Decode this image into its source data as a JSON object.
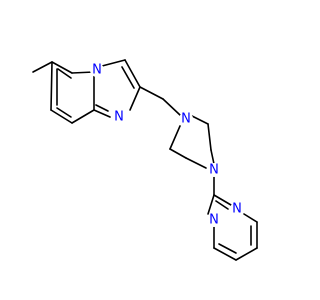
{
  "colors": {
    "background": "#ffffff",
    "bond": "#000000",
    "nitrogen": "#0000ff"
  },
  "atoms": [
    {
      "id": "N1",
      "symbol": "N",
      "element": "nitrogen"
    },
    {
      "id": "N2",
      "symbol": "N",
      "element": "nitrogen"
    },
    {
      "id": "N3",
      "symbol": "N",
      "element": "nitrogen"
    },
    {
      "id": "N4",
      "symbol": "N",
      "element": "nitrogen"
    },
    {
      "id": "N5",
      "symbol": "N",
      "element": "nitrogen"
    },
    {
      "id": "N6",
      "symbol": "N",
      "element": "nitrogen"
    }
  ]
}
